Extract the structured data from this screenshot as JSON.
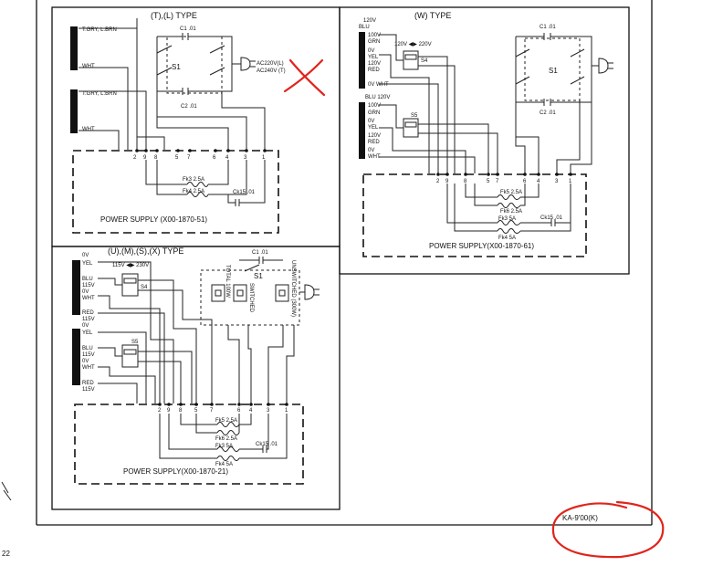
{
  "page_number": "22",
  "model_label": "KA-9'00(K)",
  "panels": {
    "tl": {
      "title": "(T),(L) TYPE",
      "tap1": "T:GRY, L:BRN",
      "tap1_white": "WHT",
      "tap2": "T:GRY, L:BRN",
      "tap2_white": "WHT",
      "c1": "C1 .01",
      "c2": "C2 .01",
      "s1": "S1",
      "plug1": "AC220V(L)",
      "plug2": "AC240V (T)",
      "fk3": "Fk3 2.5A",
      "fk4": "Fk4 2.5A",
      "ck15": "Ck15 .01",
      "terminals": [
        "2",
        "9",
        "8",
        "5",
        "7",
        "6",
        "4",
        "3",
        "1"
      ],
      "supply": "POWER SUPPLY (X00-1870-51)"
    },
    "w": {
      "title": "(W) TYPE",
      "v120": "120V",
      "blu": "BLU",
      "t100": "100V",
      "grn": "GRN",
      "t0a": "0V",
      "yel": "YEL",
      "t120": "120V",
      "red": "RED",
      "ovwht": "0V WHT",
      "switch_label": "120V ◀▶ 220V",
      "s4": "S4",
      "blu120": "BLU 120V",
      "t100b": "100V",
      "grn2": "GRN",
      "t0b": "0V",
      "yel2": "YEL",
      "t120b": "120V",
      "red2": "RED",
      "t0c": "0V",
      "wht2": "WHT",
      "s5": "S5",
      "c1": "C1 .01",
      "c2": "C2 .01",
      "s1": "S1",
      "fk5": "Fk5 2.5A",
      "fk6": "Fk6 2.5A",
      "fk3": "Fk3 5A",
      "fk4": "Fk4 5A",
      "ck15": "Ck15 .01",
      "terminals": [
        "2",
        "9",
        "8",
        "5",
        "7",
        "6",
        "4",
        "3",
        "1"
      ],
      "supply": "POWER SUPPLY(X00-1870-61)"
    },
    "u": {
      "title": "(U),(M),(S),(X) TYPE",
      "ov1": "0V",
      "yel": "YEL",
      "blu": "BLU",
      "v115": "115V",
      "ov2": "0V",
      "wht": "WHT",
      "red": "RED",
      "v115b": "115V",
      "ov3": "0V",
      "yel2": "YEL",
      "blu2": "BLU",
      "v115c": "115V",
      "ov4": "0V",
      "wht2": "WHT",
      "red2": "RED",
      "v115d": "115V",
      "switch_label": "115V ◀▶ 230V",
      "s4": "S4",
      "s5": "S5",
      "c1": "C1 .01",
      "s1": "S1",
      "total": "TOTAL 100W",
      "switched": "SWITCHED",
      "unswitched": "UNSWITCHED (300W)",
      "fk5": "Fk5 2.5A",
      "fk6": "Fk6 2.5A",
      "fk3": "Fk3 5A",
      "fk4": "Fk4 5A",
      "ck15": "Ck15 .01",
      "terminals": [
        "2",
        "9",
        "8",
        "5",
        "7",
        "6",
        "4",
        "3",
        "1"
      ],
      "supply": "POWER SUPPLY(X00-1870-21)"
    }
  },
  "colors": {
    "ink": "#111111",
    "annotation": "#e0241c",
    "paper": "#ffffff"
  }
}
